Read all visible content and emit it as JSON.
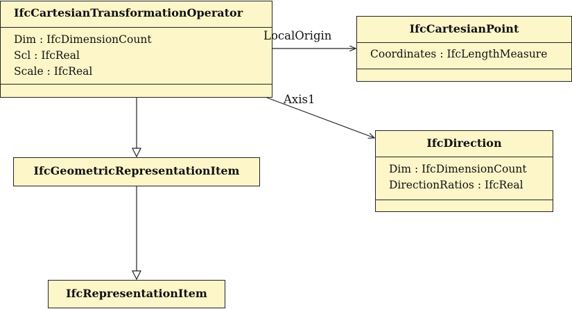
{
  "classes": {
    "transform_op": {
      "name": "IfcCartesianTransformationOperator",
      "attributes": [
        "Dim : IfcDimensionCount",
        "Scl : IfcReal",
        "Scale : IfcReal"
      ]
    },
    "cartesian_point": {
      "name": "IfcCartesianPoint",
      "attributes": [
        "Coordinates : IfcLengthMeasure"
      ]
    },
    "direction": {
      "name": "IfcDirection",
      "attributes": [
        "Dim : IfcDimensionCount",
        "DirectionRatios : IfcReal"
      ]
    },
    "geometric_item": {
      "name": "IfcGeometricRepresentationItem"
    },
    "representation_item": {
      "name": "IfcRepresentationItem"
    }
  },
  "associations": {
    "local_origin": "LocalOrigin",
    "axis1": "Axis1"
  }
}
